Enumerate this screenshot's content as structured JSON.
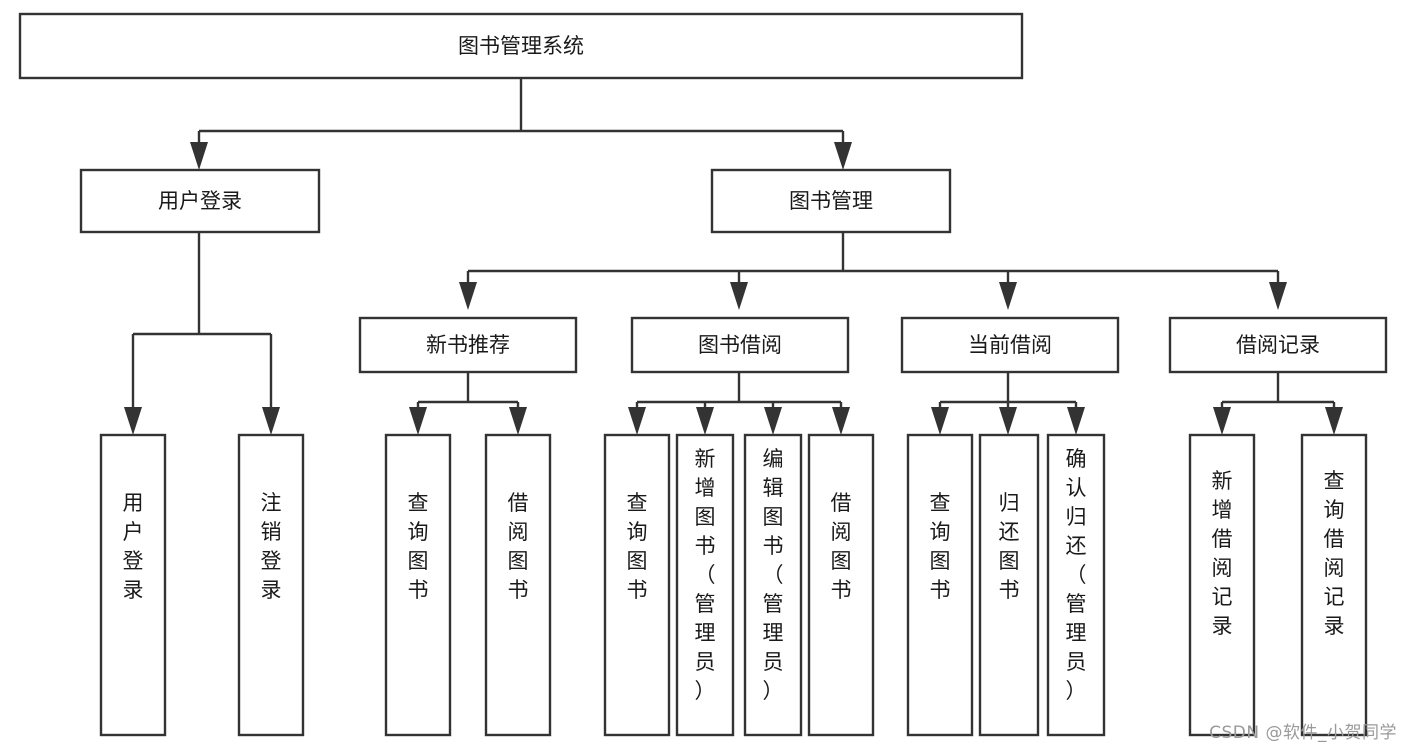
{
  "diagram": {
    "title": "图书管理系统",
    "type": "tree",
    "watermark": "CSDN @软件_小贺同学",
    "colors": {
      "stroke": "#333333",
      "box_fill": "#ffffff",
      "text": "#1a1a1a",
      "background": "#ffffff",
      "watermark": "#9a9a9a"
    },
    "levels": {
      "root": {
        "label": "图书管理系统"
      },
      "level2": [
        {
          "label": "用户登录"
        },
        {
          "label": "图书管理"
        }
      ],
      "level3": [
        {
          "label": "新书推荐"
        },
        {
          "label": "图书借阅"
        },
        {
          "label": "当前借阅"
        },
        {
          "label": "借阅记录"
        }
      ],
      "leaves": {
        "user_login": [
          {
            "label": "用户登录"
          },
          {
            "label": "注销登录"
          }
        ],
        "new_book_recommend": [
          {
            "label": "查询图书"
          },
          {
            "label": "借阅图书"
          }
        ],
        "book_borrow": [
          {
            "label": "查询图书"
          },
          {
            "label": "新增图书（管理员）"
          },
          {
            "label": "编辑图书（管理员）"
          },
          {
            "label": "借阅图书"
          }
        ],
        "current_borrow": [
          {
            "label": "查询图书"
          },
          {
            "label": "归还图书"
          },
          {
            "label": "确认归还（管理员）"
          }
        ],
        "borrow_record": [
          {
            "label": "新增借阅记录"
          },
          {
            "label": "查询借阅记录"
          }
        ]
      }
    }
  }
}
